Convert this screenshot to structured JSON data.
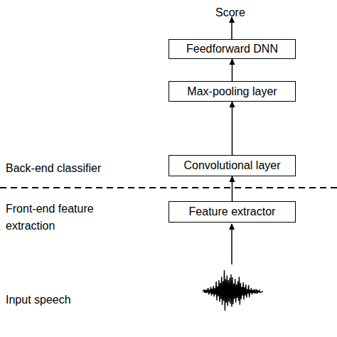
{
  "diagram": {
    "nodes": [
      {
        "text": [
          "Feedforward DNN"
        ]
      },
      {
        "text": [
          "Max-pooling layer"
        ]
      },
      {
        "text": [
          "Convolutional layer"
        ]
      },
      {
        "text": [
          "Feature extractor"
        ]
      }
    ],
    "edges": [
      {
        "from": 3,
        "to": 2,
        "arrow": "to"
      },
      {
        "from": 2,
        "to": 1,
        "arrow": "to"
      },
      {
        "from": 1,
        "to": 0,
        "arrow": "to"
      }
    ],
    "labels": [
      "Score",
      "Back-end classifier",
      "Front-end feature extraction",
      "Input speech"
    ]
  }
}
